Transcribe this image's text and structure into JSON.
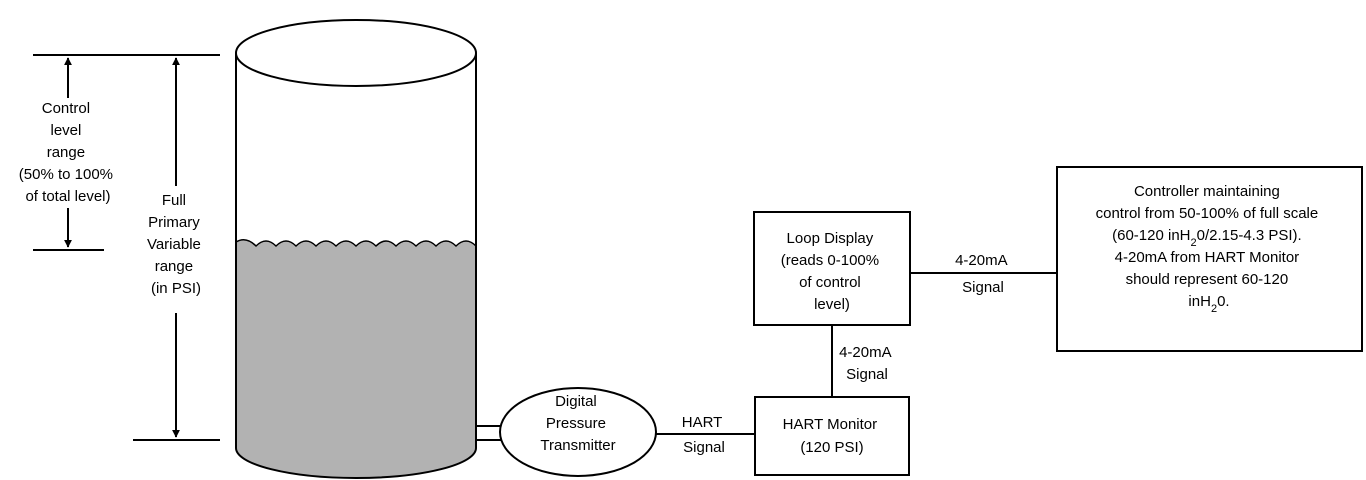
{
  "colors": {
    "line": "#000000",
    "liquid": "#b2b2b2",
    "background": "#ffffff"
  },
  "control_range": {
    "lines": [
      "Control",
      "level",
      "range",
      "(50% to 100%",
      "of total level)"
    ]
  },
  "full_range": {
    "lines": [
      "Full",
      "Primary",
      "Variable",
      "range",
      "(in PSI)"
    ]
  },
  "transmitter": {
    "lines": [
      "Digital",
      "Pressure",
      "Transmitter"
    ]
  },
  "hart_signal": {
    "lines": [
      "HART",
      "Signal"
    ]
  },
  "hart_monitor": {
    "lines": [
      "HART Monitor",
      "(120 PSI)"
    ]
  },
  "monitor_display_signal": {
    "lines": [
      "4-20mA",
      "Signal"
    ]
  },
  "loop_display": {
    "lines": [
      "Loop Display",
      "(reads 0-100%",
      "of control",
      "level)"
    ]
  },
  "display_controller_signal": {
    "lines": [
      "4-20mA",
      "Signal"
    ]
  },
  "controller": {
    "line1": "Controller maintaining",
    "line2": "control from 50-100% of full scale",
    "line3_prefix": "(60-120 inH",
    "line3_sub": "2",
    "line3_suffix": "0/2.15-4.3 PSI).",
    "line4": "4-20mA from HART Monitor",
    "line5": "should represent 60-120",
    "line6_prefix": "inH",
    "line6_sub": "2",
    "line6_suffix": "0."
  }
}
